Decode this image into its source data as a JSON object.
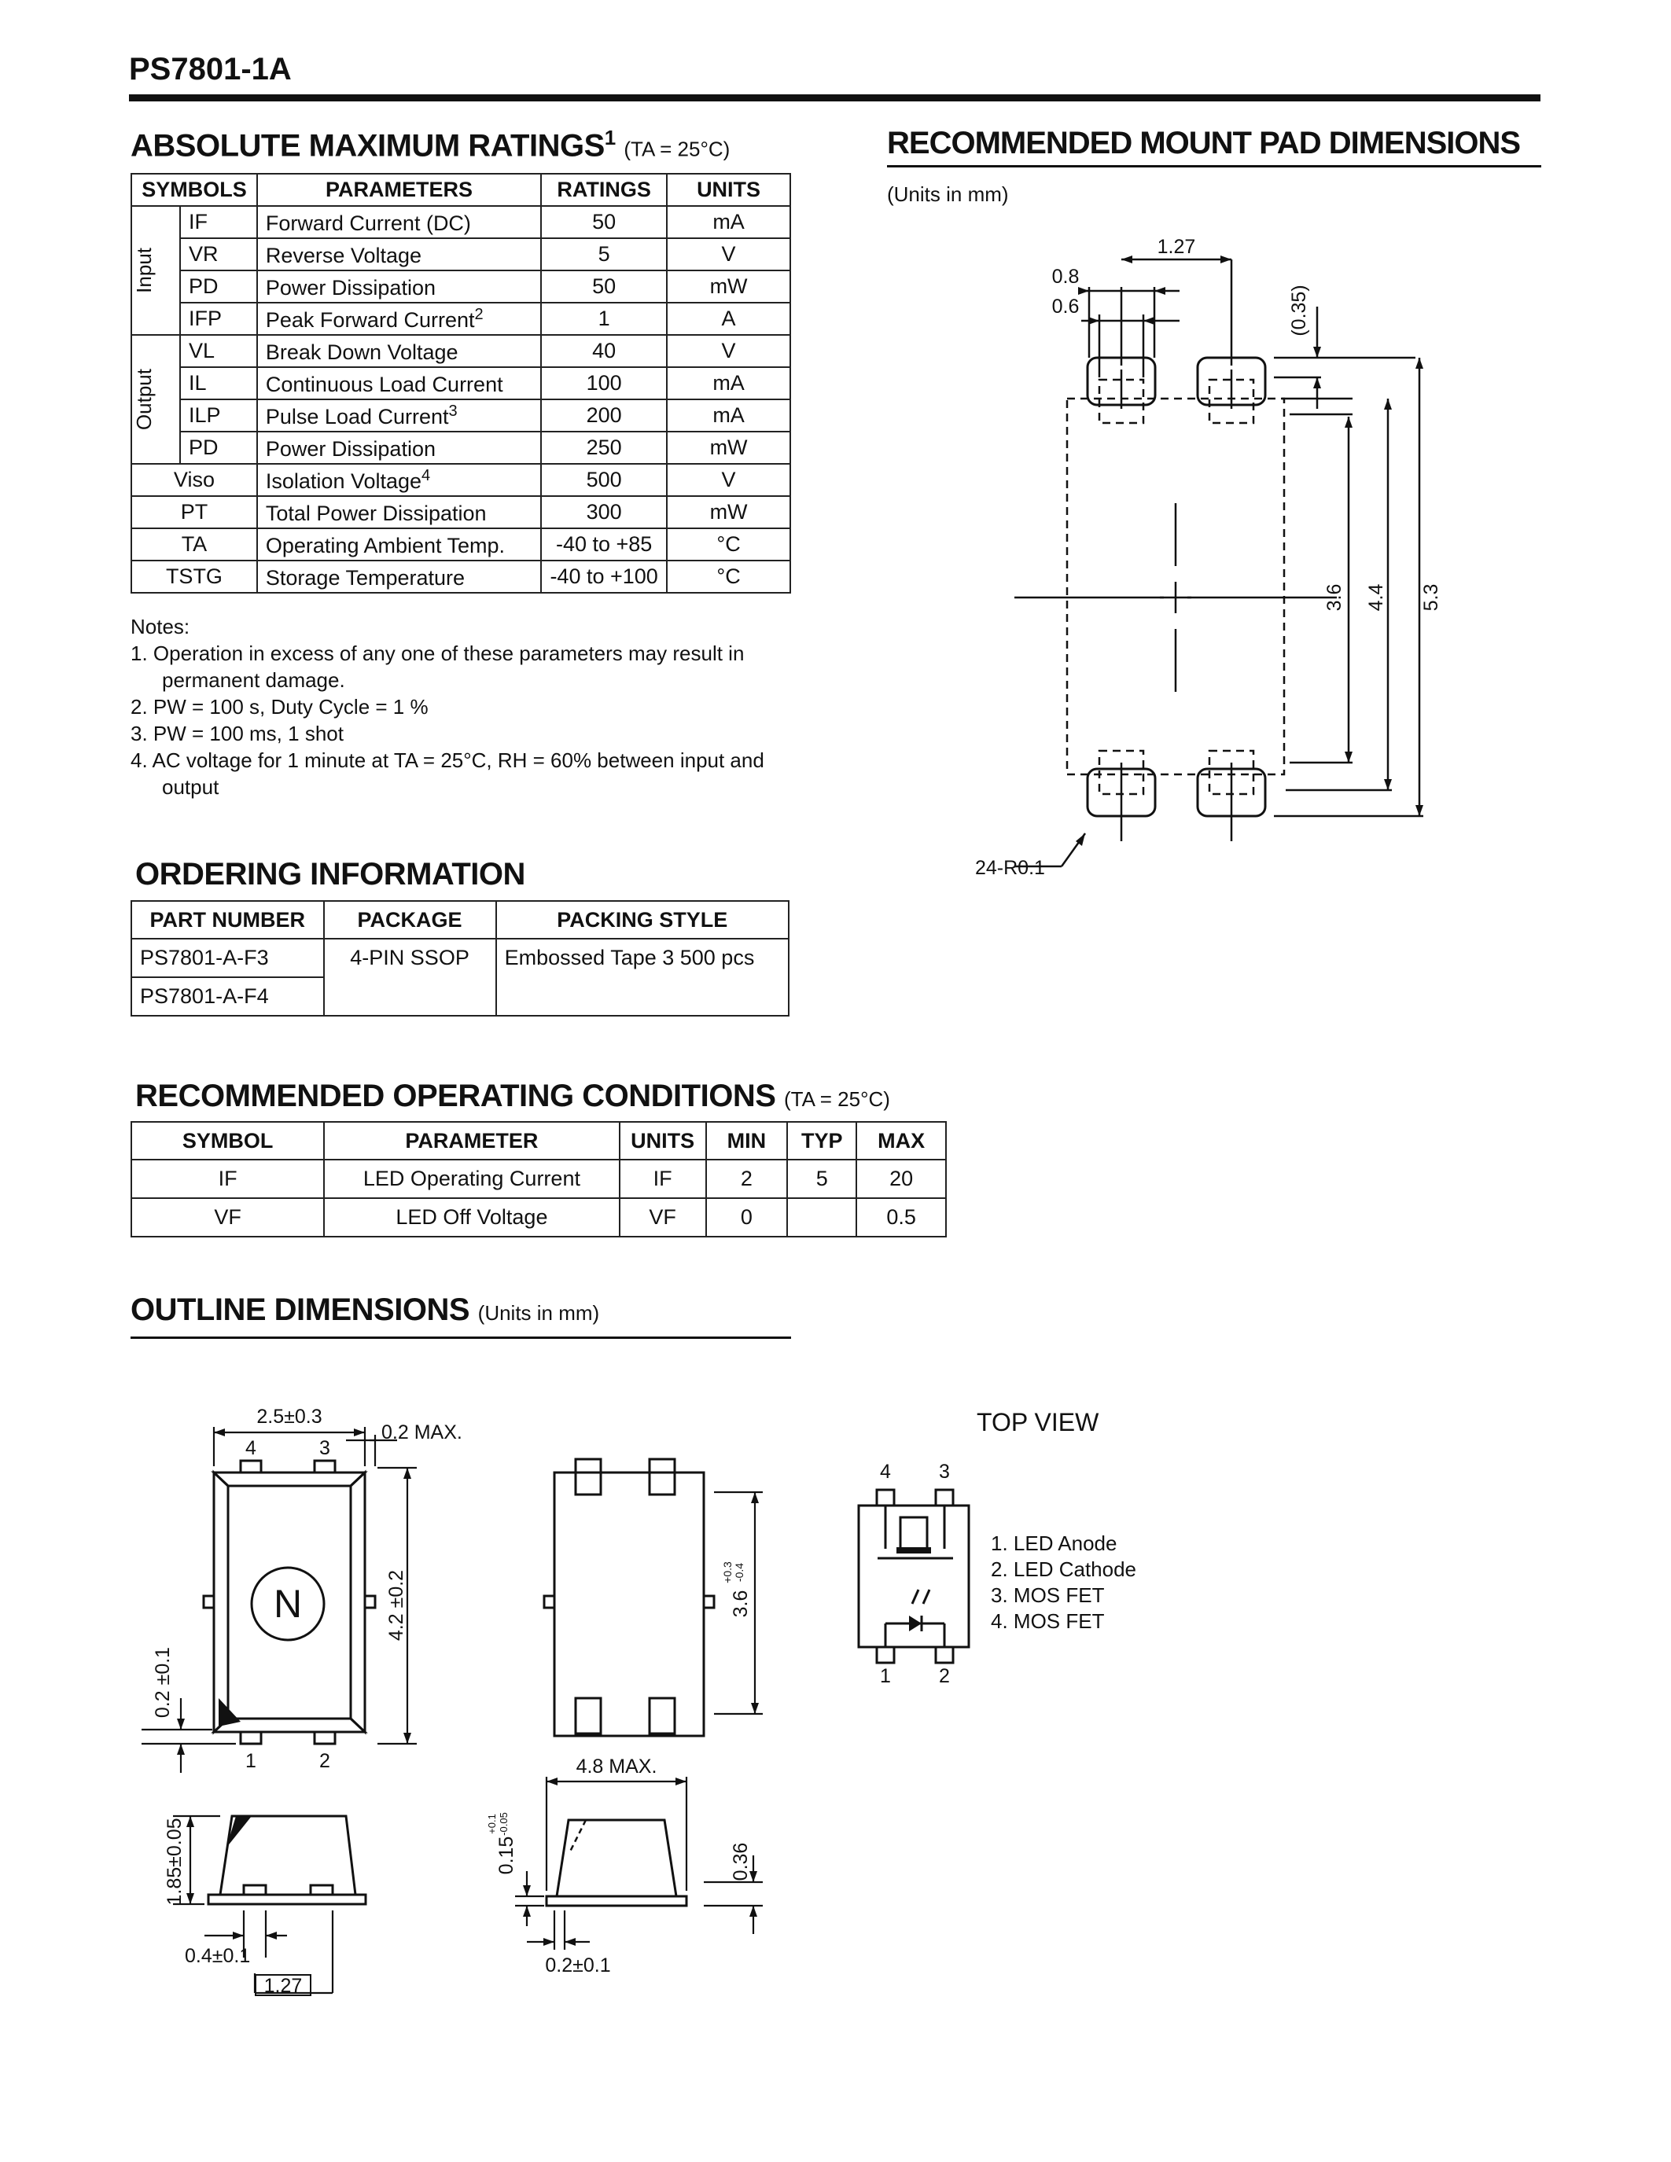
{
  "page_title": "PS7801-1A",
  "abs_max": {
    "title": "ABSOLUTE MAXIMUM RATINGS",
    "title_sup": "1",
    "condition": "(TA = 25°C)",
    "headers": [
      "SYMBOLS",
      "PARAMETERS",
      "RATINGS",
      "UNITS"
    ],
    "group_input": "Input",
    "group_output": "Output",
    "rows": [
      {
        "sym": "IF",
        "param": "Forward Current (DC)",
        "rating": "50",
        "unit": "mA"
      },
      {
        "sym": "VR",
        "param": "Reverse Voltage",
        "rating": "5",
        "unit": "V"
      },
      {
        "sym": "PD",
        "param": "Power Dissipation",
        "rating": "50",
        "unit": "mW"
      },
      {
        "sym": "IFP",
        "param": "Peak Forward Current",
        "sup": "2",
        "rating": "1",
        "unit": "A"
      },
      {
        "sym": "VL",
        "param": "Break Down Voltage",
        "rating": "40",
        "unit": "V"
      },
      {
        "sym": "IL",
        "param": "Continuous Load Current",
        "rating": "100",
        "unit": "mA"
      },
      {
        "sym": "ILP",
        "param": "Pulse Load Current",
        "sup": "3",
        "rating": "200",
        "unit": "mA"
      },
      {
        "sym": "PD",
        "param": "Power Dissipation",
        "rating": "250",
        "unit": "mW"
      },
      {
        "sym": "Viso",
        "param": "Isolation Voltage",
        "sup": "4",
        "rating": "500",
        "unit": "V"
      },
      {
        "sym": "PT",
        "param": "Total Power Dissipation",
        "rating": "300",
        "unit": "mW"
      },
      {
        "sym": "TA",
        "param": "Operating Ambient Temp.",
        "rating": "-40 to +85",
        "unit": "°C"
      },
      {
        "sym": "TSTG",
        "param": "Storage Temperature",
        "rating": "-40 to +100",
        "unit": "°C"
      }
    ],
    "notes_title": "Notes:",
    "notes": [
      "1.  Operation in excess of any one of these parameters may result in permanent damage.",
      "2.  PW = 100    s, Duty Cycle = 1 %",
      "3.  PW = 100 ms, 1 shot",
      "4.  AC voltage for 1 minute at TA = 25°C, RH = 60% between input and output"
    ]
  },
  "mount_pad": {
    "title": "RECOMMENDED MOUNT PAD DIMENSIONS",
    "units": "(Units in mm)",
    "dims": {
      "d127": "1.27",
      "d08": "0.8",
      "d06": "0.6",
      "d035": "(0.35)",
      "d36": "3.6",
      "d44": "4.4",
      "d53": "5.3",
      "r": "24-R0.1"
    }
  },
  "ordering": {
    "title": "ORDERING INFORMATION",
    "headers": [
      "PART NUMBER",
      "PACKAGE",
      "PACKING STYLE"
    ],
    "parts": [
      "PS7801-A-F3",
      "PS7801-A-F4"
    ],
    "package": "4-PIN SSOP",
    "packing": "Embossed Tape 3 500 pcs"
  },
  "rec_op": {
    "title": "RECOMMENDED OPERATING CONDITIONS",
    "condition": "(TA = 25°C)",
    "headers": [
      "SYMBOL",
      "PARAMETER",
      "UNITS",
      "MIN",
      "TYP",
      "MAX"
    ],
    "rows": [
      {
        "sym": "IF",
        "param": "LED Operating Current",
        "unit": "IF",
        "min": "2",
        "typ": "5",
        "max": "20"
      },
      {
        "sym": "VF",
        "param": "LED Off Voltage",
        "unit": "VF",
        "min": "0",
        "typ": "",
        "max": "0.5"
      }
    ]
  },
  "outline": {
    "title": "OUTLINE DIMENSIONS",
    "units": "(Units in mm)",
    "dims": {
      "w": "2.5±0.3",
      "max02": "0.2 MAX.",
      "h42": "4.2 ±0.2",
      "t02": "0.2 ±0.1",
      "h36": "3.6",
      "h36tol_up": "+0.3",
      "h36tol_dn": "-0.4",
      "h185": "1.85±0.05",
      "w04": "0.4±0.1",
      "pitch": "1.27",
      "w48": "4.8 MAX.",
      "t015": "0.15",
      "t015_up": "+0.1",
      "t015_dn": "-0.05",
      "h036": "0.36",
      "w02": "0.2±0.1",
      "mark": "N",
      "p1": "1",
      "p2": "2",
      "p3": "3",
      "p4": "4"
    },
    "top_view": "TOP VIEW",
    "pins": [
      "1. LED Anode",
      "2. LED Cathode",
      "3. MOS FET",
      "4. MOS FET"
    ]
  }
}
